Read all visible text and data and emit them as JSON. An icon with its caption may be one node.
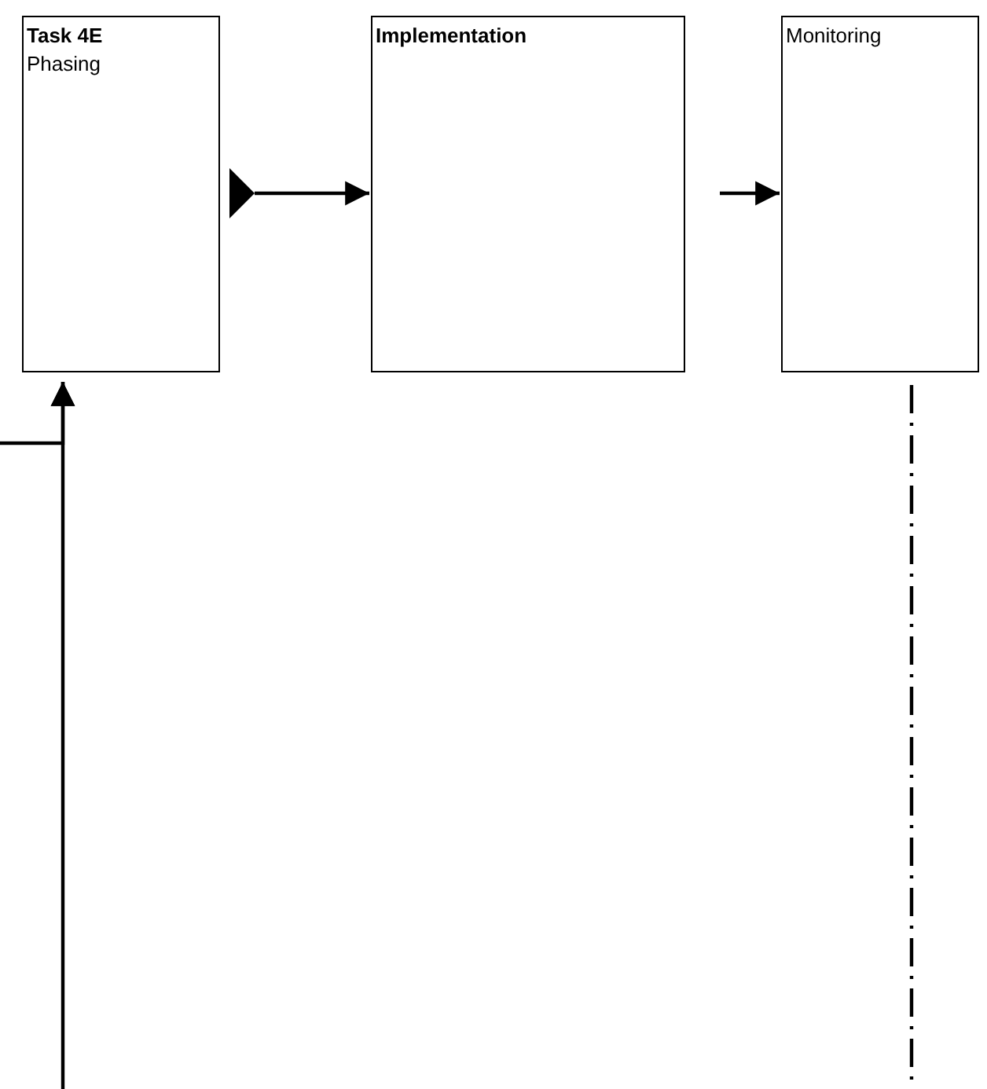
{
  "diagram": {
    "nodes": [
      {
        "text": [
          "Task 4E",
          "Phasing"
        ]
      },
      {
        "text": [
          "Implementation"
        ]
      },
      {
        "text": [
          "Monitoring"
        ]
      }
    ],
    "edges": [
      {
        "from": 0,
        "to": 1,
        "arrow": "to"
      },
      {
        "from": 1,
        "to": 2,
        "arrow": "to"
      },
      {
        "from": null,
        "to": 0,
        "arrow": "to"
      },
      {
        "from": null,
        "to": 0,
        "arrow": "to"
      },
      {
        "from": 2,
        "to": null,
        "arrow": "none",
        "style": "dashed"
      }
    ]
  }
}
